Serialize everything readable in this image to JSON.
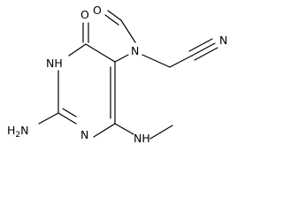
{
  "molecule": {
    "atoms": {
      "carbonyl_oxygen": "O",
      "ring_nh": "NH",
      "ring_n": "N",
      "formyl_n": "N",
      "aldehyde_oxygen": "O",
      "nitrile_n": "N",
      "amino_h": "H",
      "amino_h_count": "2",
      "amino_n": "N",
      "methylamino_nh": "NH"
    }
  }
}
